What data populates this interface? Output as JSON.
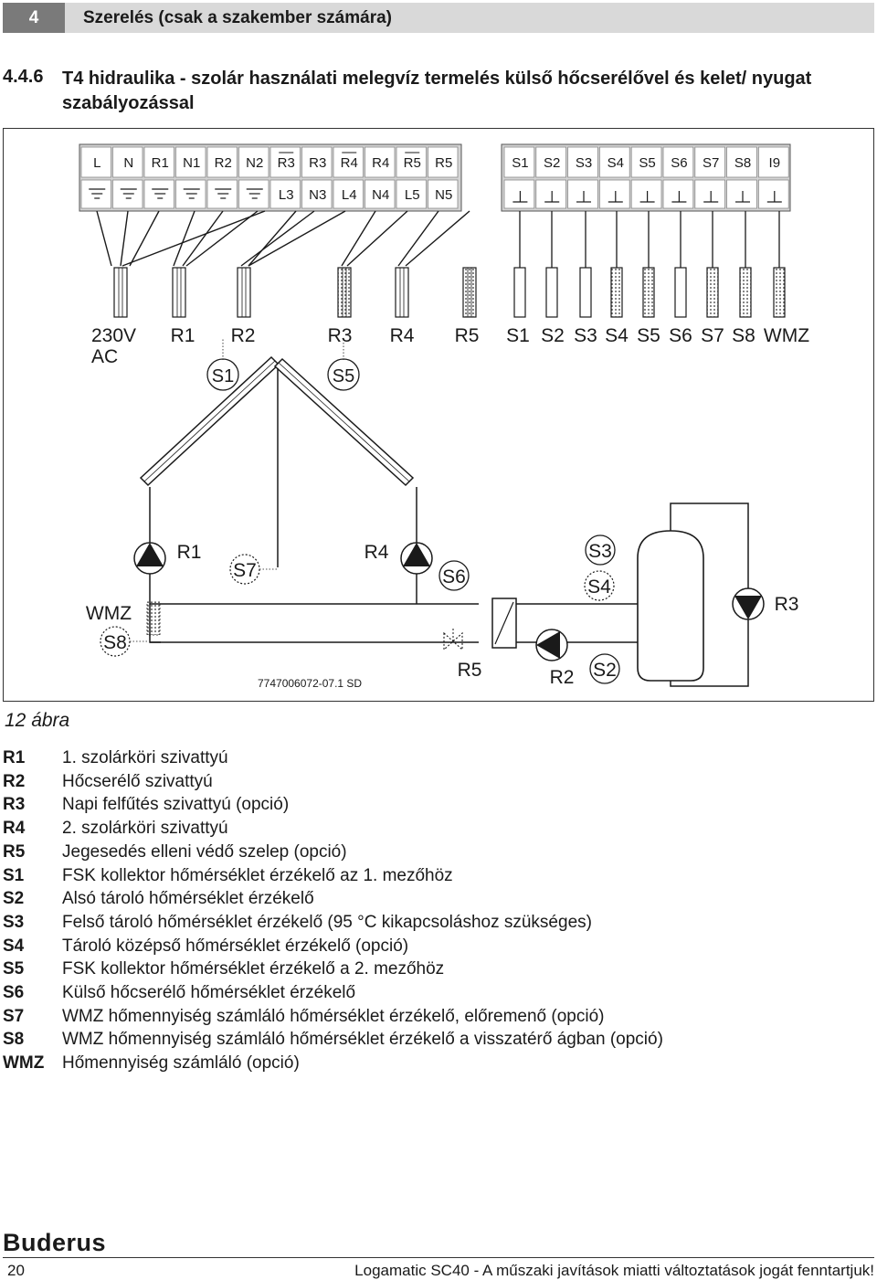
{
  "header": {
    "chapter_number": "4",
    "chapter_title": "Szerelés (csak a szakember számára)"
  },
  "section": {
    "number": "4.4.6",
    "title": "T4 hidraulika - szolár használati melegvíz termelés külső hőcserélővel és kelet/ nyugat szabályozással"
  },
  "figure": {
    "terminals_left_top": [
      "L",
      "N",
      "R1",
      "N1",
      "R2",
      "N2",
      "R3",
      "R3",
      "R4",
      "R4",
      "R5",
      "R5"
    ],
    "terminals_left_bottom": [
      "L3",
      "N3",
      "L4",
      "N4",
      "L5",
      "N5"
    ],
    "terminals_right": [
      "S1",
      "S2",
      "S3",
      "S4",
      "S5",
      "S6",
      "S7",
      "S8",
      "I9"
    ],
    "cable_labels": [
      "230V",
      "AC",
      "R1",
      "R2",
      "R3",
      "R4",
      "R5",
      "S1",
      "S2",
      "S3",
      "S4",
      "S5",
      "S6",
      "S7",
      "S8",
      "WMZ"
    ],
    "collector_sensors": [
      "S1",
      "S5"
    ],
    "hydraulic_labels": {
      "r1": "R1",
      "s7": "S7",
      "r4": "R4",
      "s6": "S6",
      "s3": "S3",
      "s4": "S4",
      "r3": "R3",
      "wmz": "WMZ",
      "s8": "S8",
      "r5": "R5",
      "r2": "R2",
      "s2": "S2"
    },
    "drawing_code": "7747006072-07.1 SD"
  },
  "figure_caption": "12 ábra",
  "legend": [
    {
      "code": "R1",
      "text": "1. szolárköri szivattyú"
    },
    {
      "code": "R2",
      "text": "Hőcserélő szivattyú"
    },
    {
      "code": "R3",
      "text": "Napi felfűtés szivattyú (opció)"
    },
    {
      "code": "R4",
      "text": "2. szolárköri szivattyú"
    },
    {
      "code": "R5",
      "text": "Jegesedés elleni védő szelep (opció)"
    },
    {
      "code": "S1",
      "text": "FSK kollektor hőmérséklet érzékelő az 1. mezőhöz"
    },
    {
      "code": "S2",
      "text": "Alsó tároló hőmérséklet érzékelő"
    },
    {
      "code": "S3",
      "text": "Felső tároló hőmérséklet érzékelő (95 °C kikapcsoláshoz szükséges)"
    },
    {
      "code": "S4",
      "text": "Tároló középső hőmérséklet érzékelő (opció)"
    },
    {
      "code": "S5",
      "text": "FSK kollektor hőmérséklet érzékelő a 2. mezőhöz"
    },
    {
      "code": "S6",
      "text": "Külső hőcserélő hőmérséklet érzékelő"
    },
    {
      "code": "S7",
      "text": "WMZ hőmennyiség számláló hőmérséklet érzékelő, előremenő (opció)"
    },
    {
      "code": "S8",
      "text": "WMZ hőmennyiség számláló hőmérséklet érzékelő a visszatérő ágban (opció)"
    },
    {
      "code": "WMZ",
      "text": "Hőmennyiség számláló (opció)"
    }
  ],
  "footer": {
    "logo": "Buderus",
    "page_number": "20",
    "text": "Logamatic SC40 - A műszaki javítások miatti változtatások jogát fenntartjuk!"
  },
  "colors": {
    "header_bar": "#d9d9d9",
    "header_number": "#7a7a7a",
    "line": "#1a1a1a"
  }
}
